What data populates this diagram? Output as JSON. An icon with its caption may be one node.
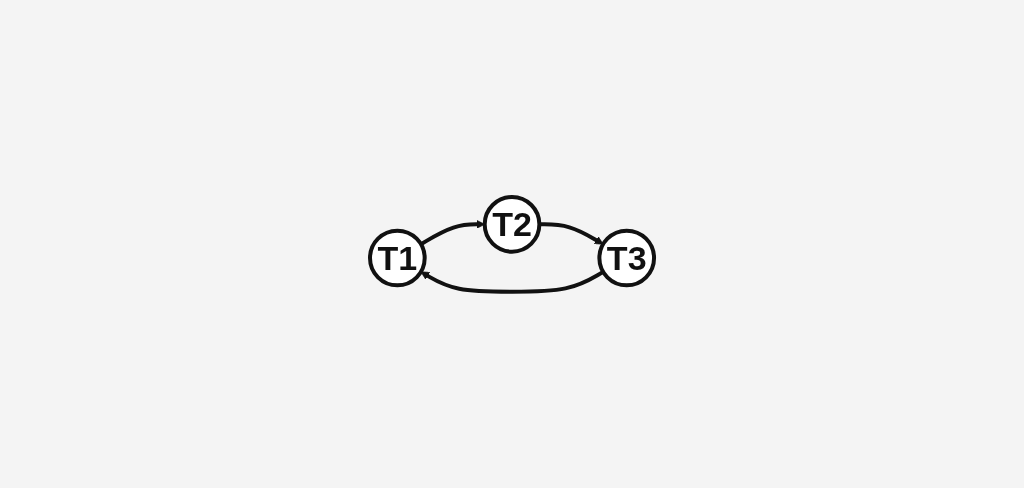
{
  "diagram": {
    "nodes": [
      {
        "text": [
          "T1"
        ]
      },
      {
        "text": [
          "T2"
        ]
      },
      {
        "text": [
          "T3"
        ]
      }
    ],
    "edges": [
      {
        "from": 0,
        "to": 1,
        "arrow": "to"
      },
      {
        "from": 1,
        "to": 2,
        "arrow": "to"
      },
      {
        "from": 2,
        "to": 0,
        "arrow": "to"
      }
    ]
  }
}
